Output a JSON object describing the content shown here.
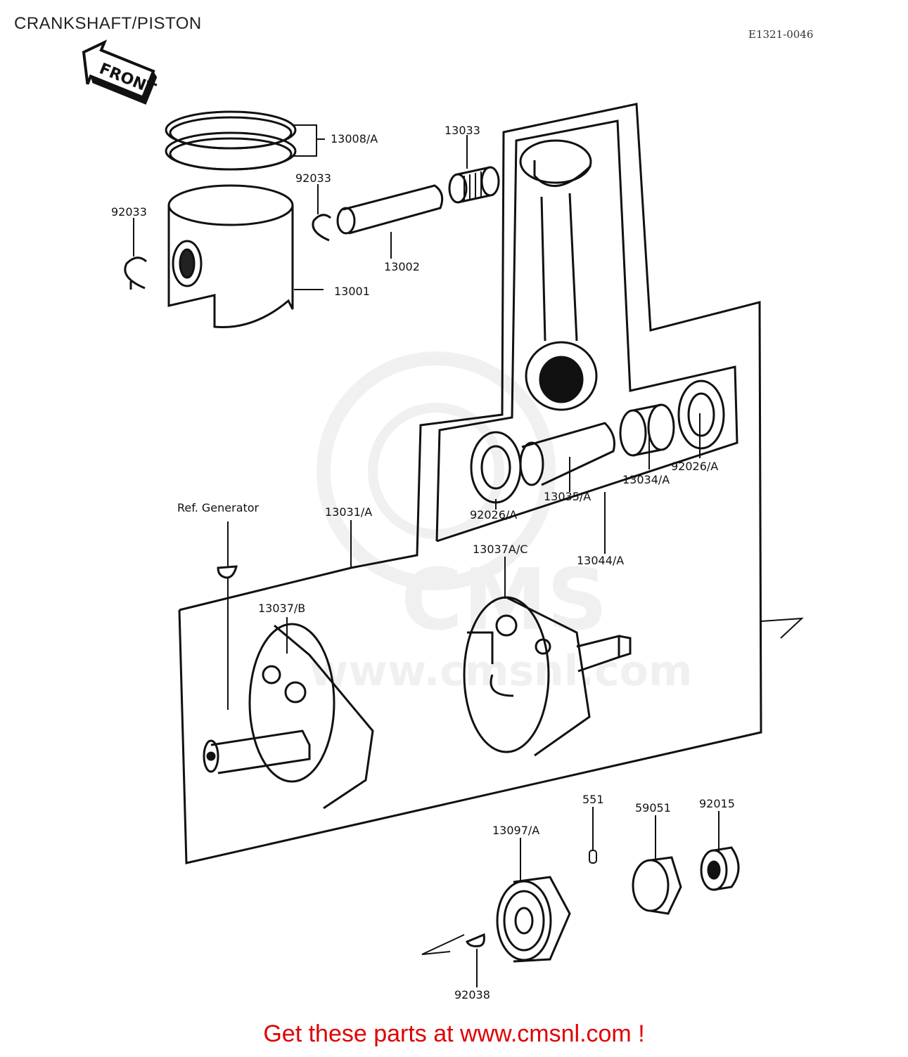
{
  "header": {
    "title": "CRANKSHAFT/PISTON",
    "diagram_code": "E1321-0046",
    "front_label": "FRONT"
  },
  "parts": [
    {
      "id": "p-13008",
      "number": "13008/A"
    },
    {
      "id": "p-13033",
      "number": "13033"
    },
    {
      "id": "p-92033-right",
      "number": "92033"
    },
    {
      "id": "p-92033-left",
      "number": "92033"
    },
    {
      "id": "p-13002",
      "number": "13002"
    },
    {
      "id": "p-13001",
      "number": "13001"
    },
    {
      "id": "p-92026-right",
      "number": "92026/A"
    },
    {
      "id": "p-13034",
      "number": "13034/A"
    },
    {
      "id": "p-13035",
      "number": "13035/A"
    },
    {
      "id": "p-92026-left",
      "number": "92026/A"
    },
    {
      "id": "p-ref-generator",
      "number": "Ref. Generator"
    },
    {
      "id": "p-13031",
      "number": "13031/A"
    },
    {
      "id": "p-13037ac",
      "number": "13037A/C"
    },
    {
      "id": "p-13044",
      "number": "13044/A"
    },
    {
      "id": "p-13037b",
      "number": "13037/B"
    },
    {
      "id": "p-551",
      "number": "551"
    },
    {
      "id": "p-59051",
      "number": "59051"
    },
    {
      "id": "p-92015",
      "number": "92015"
    },
    {
      "id": "p-13097",
      "number": "13097/A"
    },
    {
      "id": "p-92038",
      "number": "92038"
    }
  ],
  "footer": {
    "text": "Get these parts at www.cmsnl.com !",
    "color": "#e00000"
  },
  "watermark": {
    "text": "www.cmsnl.com",
    "logo": "CMS"
  }
}
